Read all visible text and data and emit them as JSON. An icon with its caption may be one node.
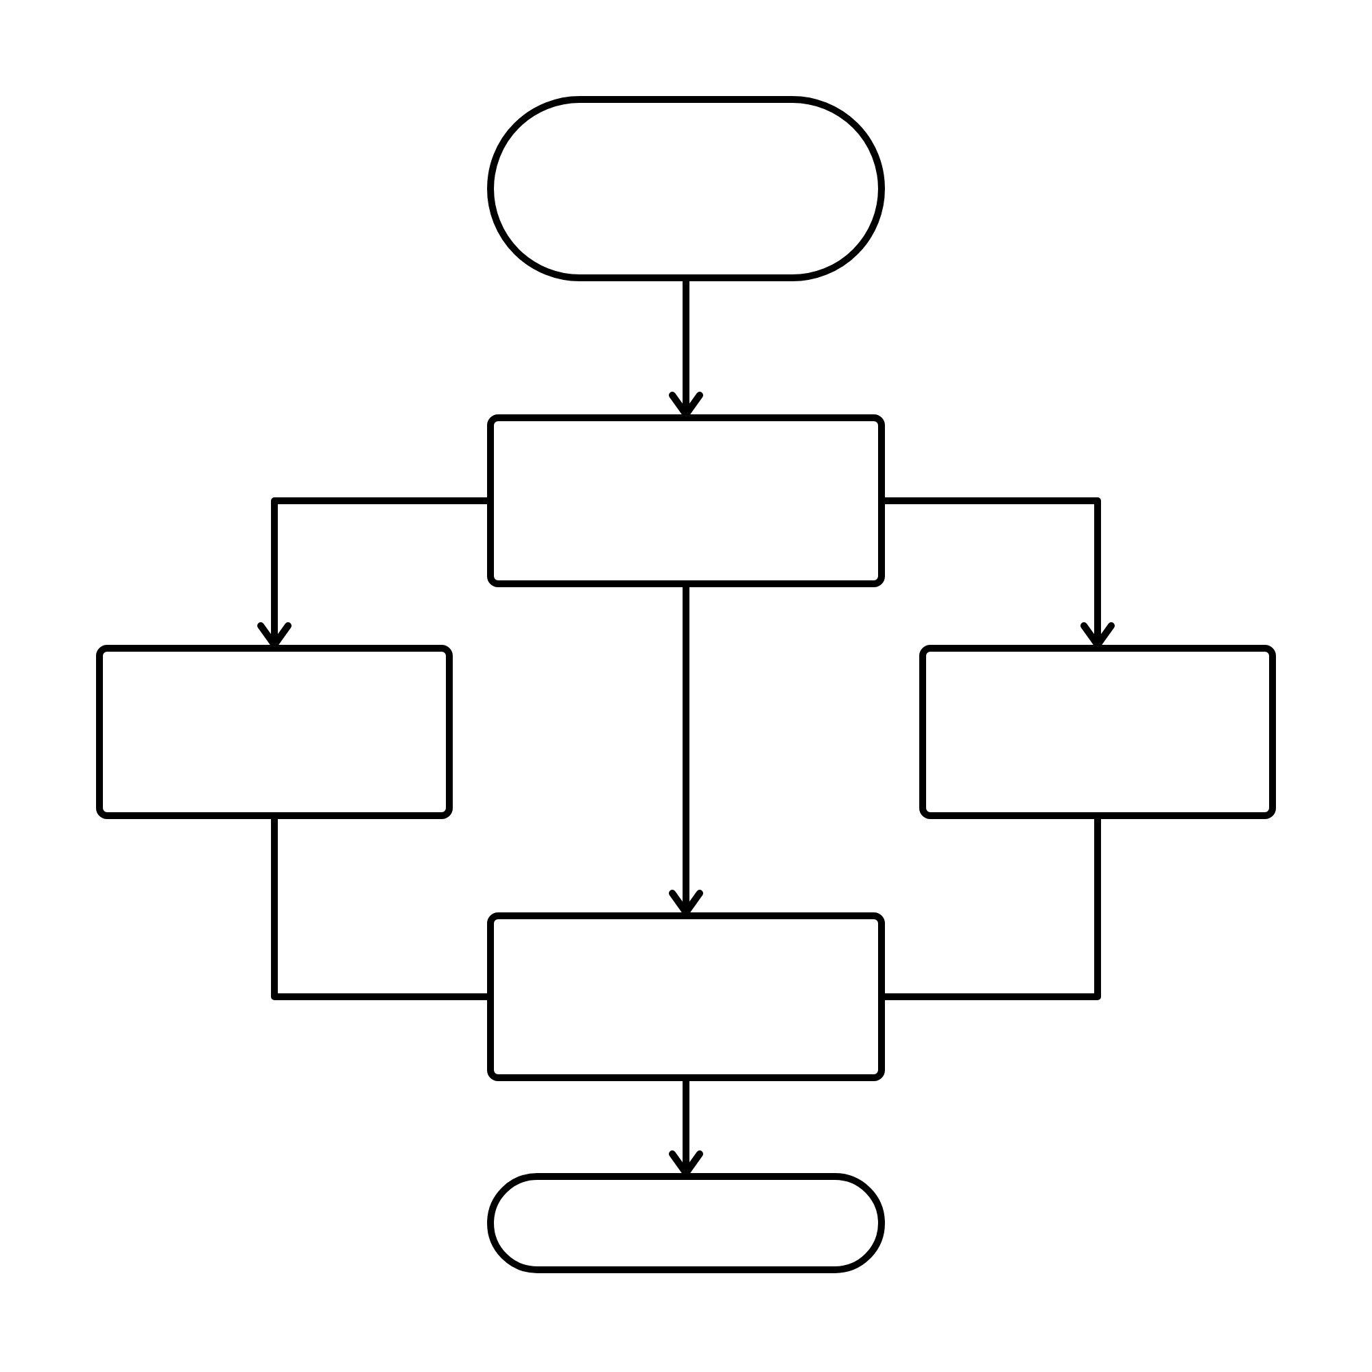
{
  "diagram": {
    "nodes": [
      {
        "text": [],
        "shape": "pill"
      },
      {
        "text": [],
        "shape": "box"
      },
      {
        "text": [],
        "shape": "box"
      },
      {
        "text": [],
        "shape": "box"
      },
      {
        "text": [],
        "shape": "box"
      },
      {
        "text": [],
        "shape": "pill"
      }
    ],
    "edges": [
      {
        "from": 0,
        "to": 1,
        "arrow": "to"
      },
      {
        "from": 1,
        "to": 2,
        "arrow": "to"
      },
      {
        "from": 1,
        "to": 3,
        "arrow": "to"
      },
      {
        "from": 1,
        "to": 4,
        "arrow": "to"
      },
      {
        "from": 2,
        "to": 4,
        "arrow": "none"
      },
      {
        "from": 3,
        "to": 4,
        "arrow": "none"
      },
      {
        "from": 4,
        "to": 5,
        "arrow": "to"
      }
    ]
  }
}
